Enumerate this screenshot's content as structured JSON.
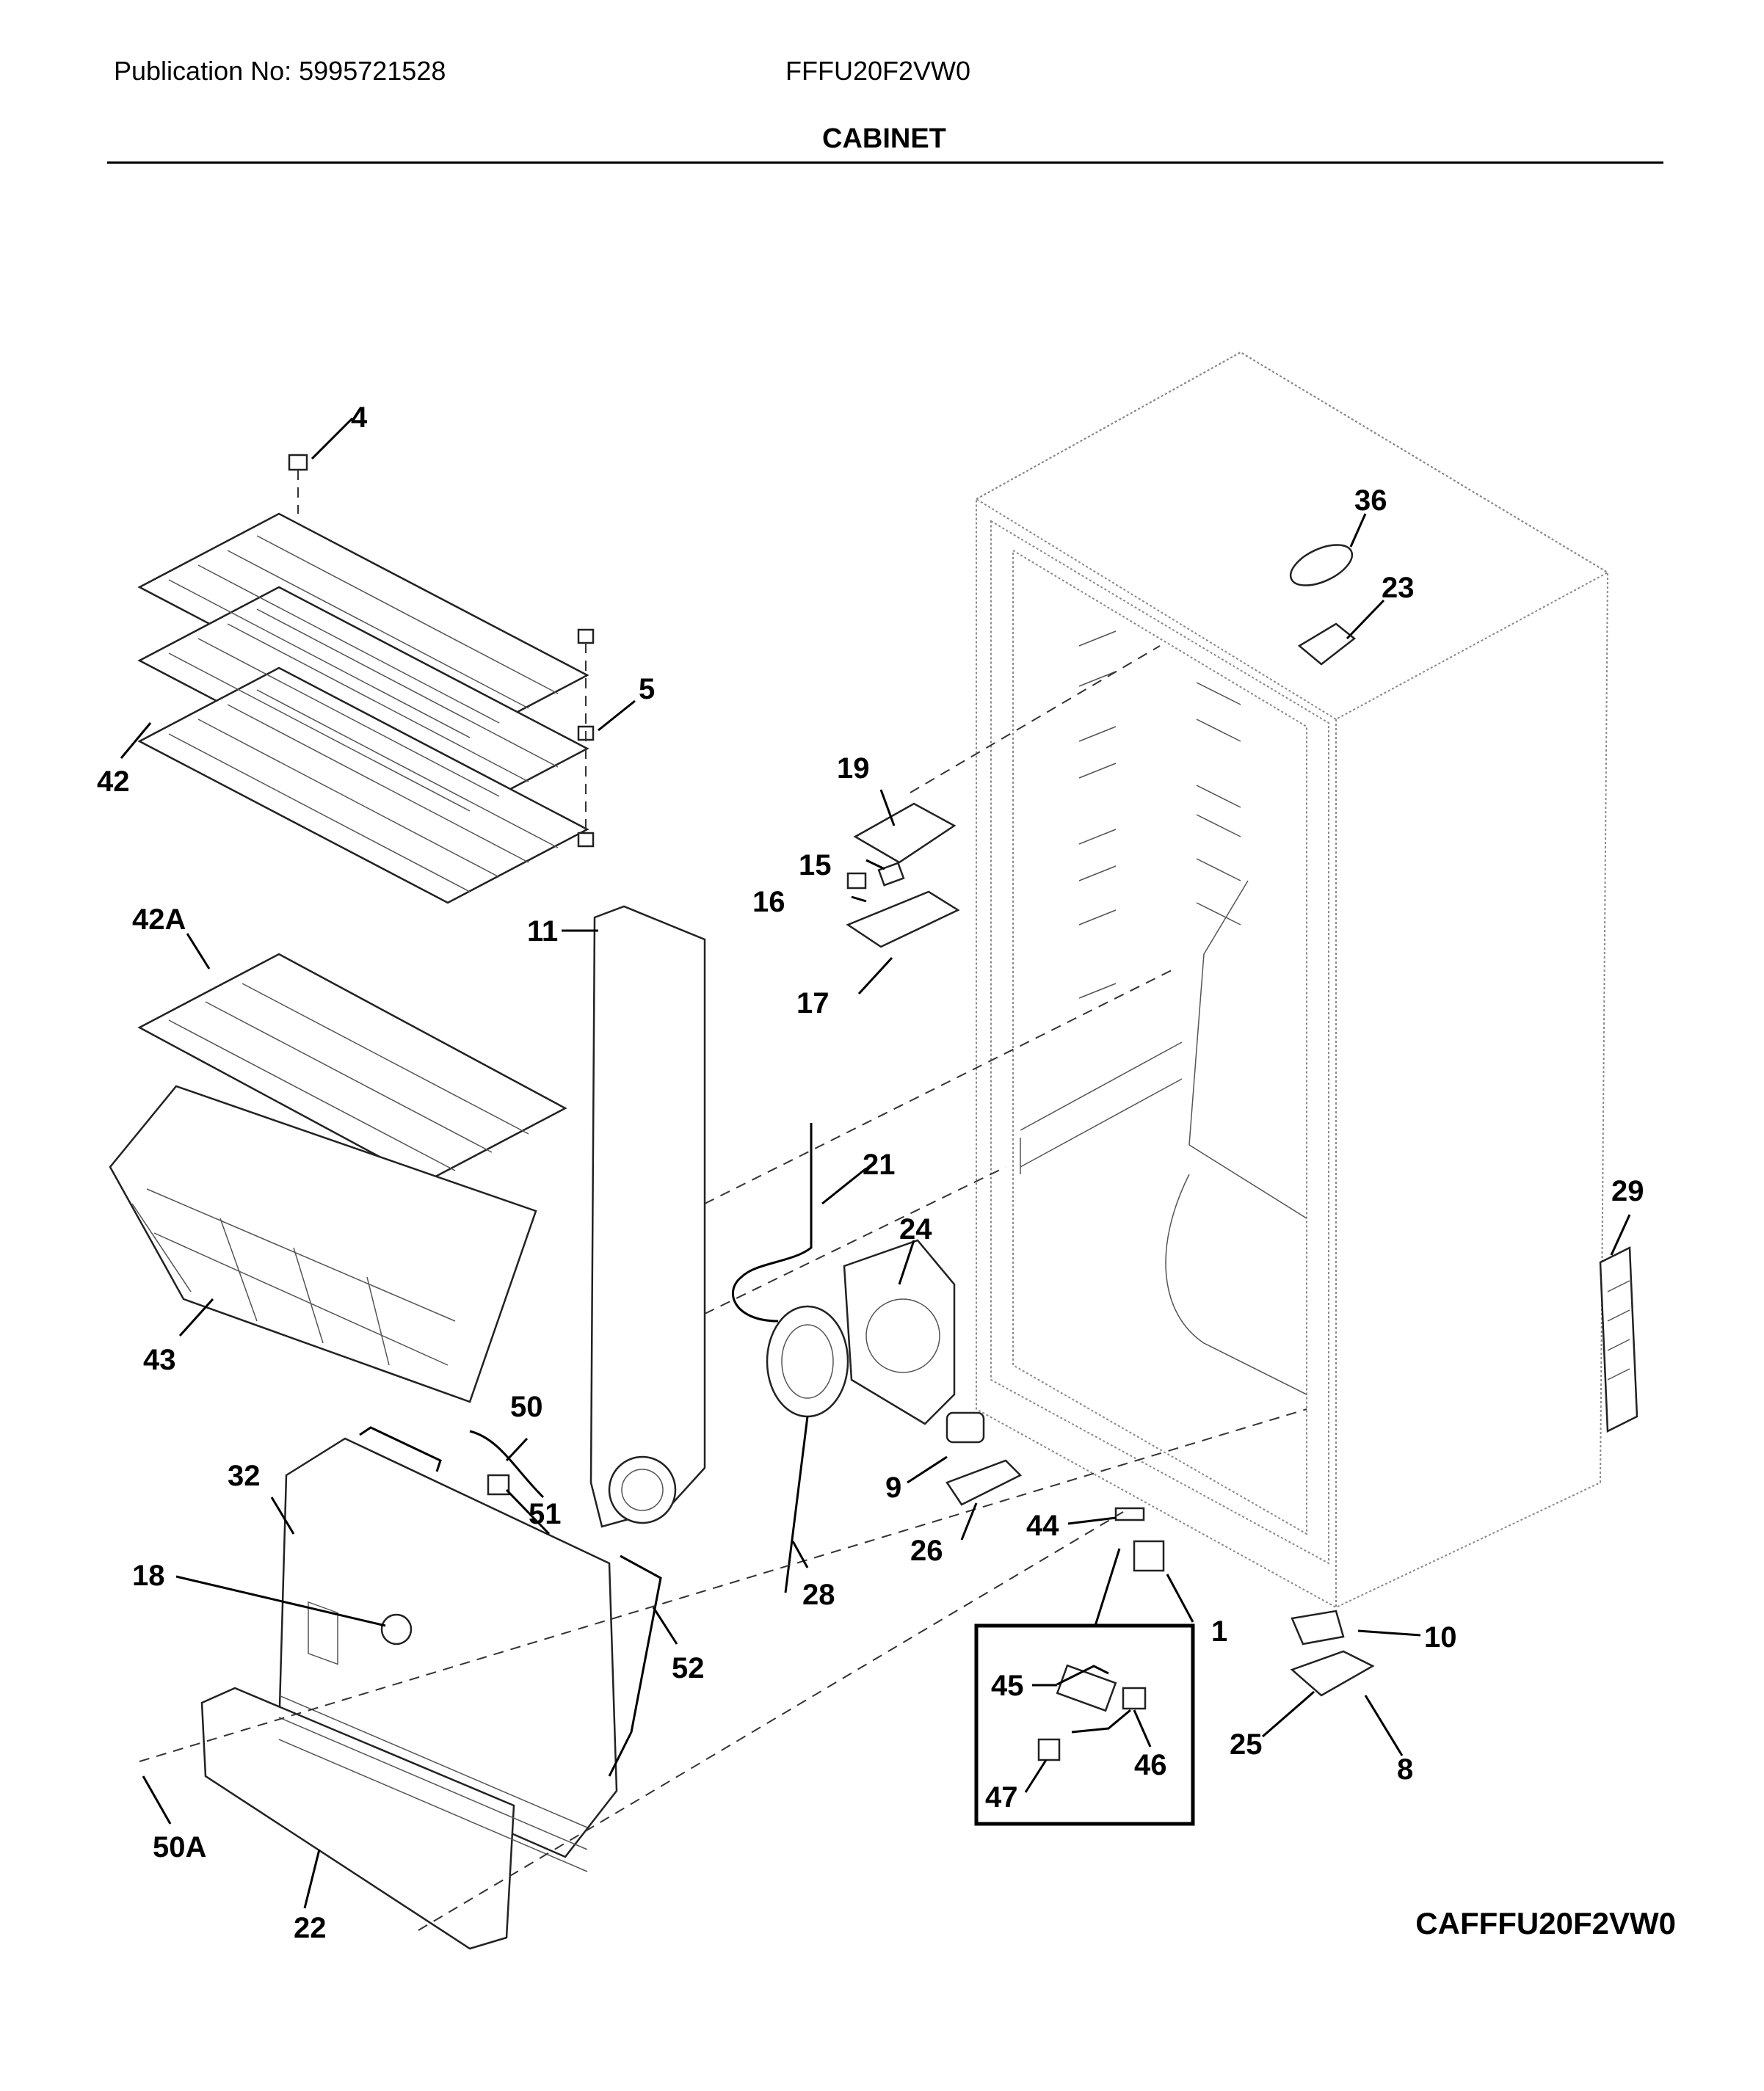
{
  "header": {
    "publication": "Publication No: 5995721528",
    "model": "FFFU20F2VW0",
    "section_title": "CABINET"
  },
  "footer": {
    "diagram_code": "CAFFFU20F2VW0"
  },
  "parts": [
    {
      "id": "p4",
      "label": "4"
    },
    {
      "id": "p5",
      "label": "5"
    },
    {
      "id": "p42",
      "label": "42"
    },
    {
      "id": "p42a",
      "label": "42A"
    },
    {
      "id": "p43",
      "label": "43"
    },
    {
      "id": "p11",
      "label": "11"
    },
    {
      "id": "p19",
      "label": "19"
    },
    {
      "id": "p15",
      "label": "15"
    },
    {
      "id": "p16",
      "label": "16"
    },
    {
      "id": "p17",
      "label": "17"
    },
    {
      "id": "p21",
      "label": "21"
    },
    {
      "id": "p24",
      "label": "24"
    },
    {
      "id": "p36",
      "label": "36"
    },
    {
      "id": "p23",
      "label": "23"
    },
    {
      "id": "p29",
      "label": "29"
    },
    {
      "id": "p50",
      "label": "50"
    },
    {
      "id": "p51",
      "label": "51"
    },
    {
      "id": "p32",
      "label": "32"
    },
    {
      "id": "p18",
      "label": "18"
    },
    {
      "id": "p52",
      "label": "52"
    },
    {
      "id": "p9",
      "label": "9"
    },
    {
      "id": "p26",
      "label": "26"
    },
    {
      "id": "p28",
      "label": "28"
    },
    {
      "id": "p44",
      "label": "44"
    },
    {
      "id": "p1",
      "label": "1"
    },
    {
      "id": "p10",
      "label": "10"
    },
    {
      "id": "p45",
      "label": "45"
    },
    {
      "id": "p46",
      "label": "46"
    },
    {
      "id": "p47",
      "label": "47"
    },
    {
      "id": "p25",
      "label": "25"
    },
    {
      "id": "p8",
      "label": "8"
    },
    {
      "id": "p50a",
      "label": "50A"
    },
    {
      "id": "p22",
      "label": "22"
    }
  ]
}
